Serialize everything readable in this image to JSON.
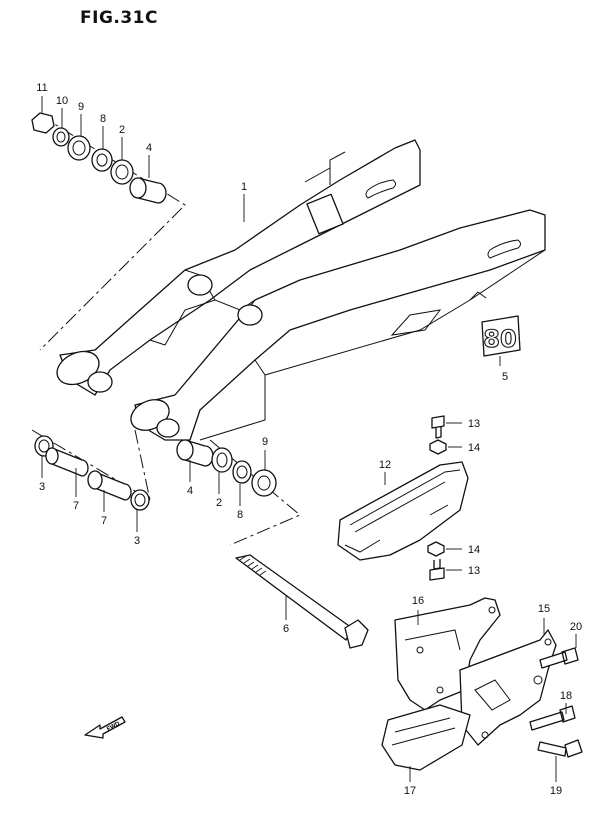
{
  "figure": {
    "title": "FIG.31C"
  },
  "callouts": [
    {
      "key": "c11",
      "text": "11"
    },
    {
      "key": "c10",
      "text": "10"
    },
    {
      "key": "c9a",
      "text": "9"
    },
    {
      "key": "c8a",
      "text": "8"
    },
    {
      "key": "c2a",
      "text": "2"
    },
    {
      "key": "c4a",
      "text": "4"
    },
    {
      "key": "c1",
      "text": "1"
    },
    {
      "key": "c5",
      "text": "5"
    },
    {
      "key": "c13a",
      "text": "13"
    },
    {
      "key": "c14a",
      "text": "14"
    },
    {
      "key": "c12",
      "text": "12"
    },
    {
      "key": "c14b",
      "text": "14"
    },
    {
      "key": "c13b",
      "text": "13"
    },
    {
      "key": "c3a",
      "text": "3"
    },
    {
      "key": "c7a",
      "text": "7"
    },
    {
      "key": "c7b",
      "text": "7"
    },
    {
      "key": "c3b",
      "text": "3"
    },
    {
      "key": "c4b",
      "text": "4"
    },
    {
      "key": "c2b",
      "text": "2"
    },
    {
      "key": "c8b",
      "text": "8"
    },
    {
      "key": "c9b",
      "text": "9"
    },
    {
      "key": "c6",
      "text": "6"
    },
    {
      "key": "c16",
      "text": "16"
    },
    {
      "key": "c15",
      "text": "15"
    },
    {
      "key": "c20",
      "text": "20"
    },
    {
      "key": "c18",
      "text": "18"
    },
    {
      "key": "c17",
      "text": "17"
    },
    {
      "key": "c19",
      "text": "19"
    }
  ],
  "decal": {
    "text": "80"
  },
  "fwd_arrow": {
    "text": "FWD"
  }
}
